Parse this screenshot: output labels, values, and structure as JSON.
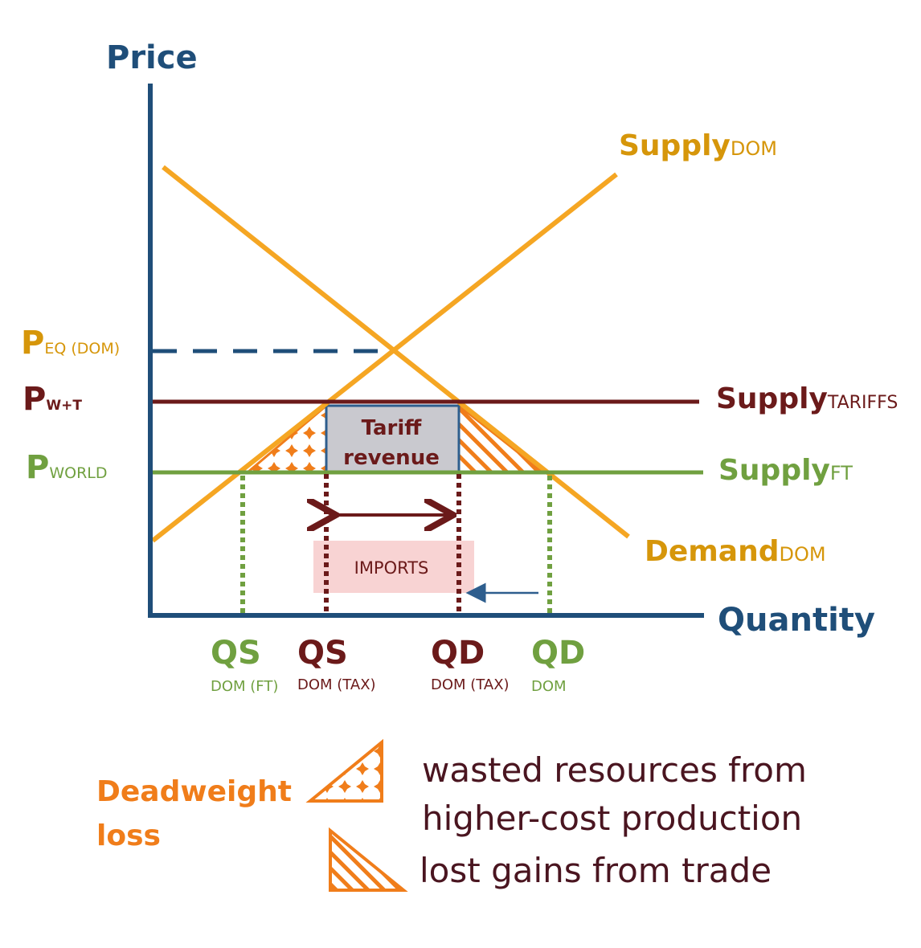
{
  "colors": {
    "axis": "#1f4e79",
    "orange": "#f5a623",
    "orange_text": "#d6960a",
    "maroon": "#6b1a1a",
    "green": "#70a040",
    "dwl": "#f07d1a",
    "tariff_fill": "#c9c9cf",
    "imports_fill": "#f8d3d3",
    "arrow_blue": "#2e5e8e"
  },
  "axes": {
    "y_label": "Price",
    "x_label": "Quantity"
  },
  "price_labels": {
    "eq": {
      "main": "P",
      "sub": "EQ (DOM)"
    },
    "wt": {
      "main": "P",
      "sub": "W+T"
    },
    "world": {
      "main": "P",
      "sub": "WORLD"
    }
  },
  "curve_labels": {
    "supply_dom": {
      "main": "Supply",
      "sub": "DOM"
    },
    "supply_tariffs": {
      "main": "Supply",
      "sub": "TARIFFS"
    },
    "supply_ft": {
      "main": "Supply",
      "sub": "FT"
    },
    "demand_dom": {
      "main": "Demand",
      "sub": "DOM"
    }
  },
  "quantity_labels": {
    "qs_ft": {
      "main": "QS",
      "sub": "DOM (FT)"
    },
    "qs_tax": {
      "main": "QS",
      "sub": "DOM (TAX)"
    },
    "qd_tax": {
      "main": "QD",
      "sub": "DOM (TAX)"
    },
    "qd_dom": {
      "main": "QD",
      "sub": "DOM"
    }
  },
  "boxes": {
    "tariff_line1": "Tariff",
    "tariff_line2": "revenue",
    "imports": "IMPORTS"
  },
  "legend": {
    "title_line1": "Deadweight",
    "title_line2": "loss",
    "wasted_line1": "wasted resources from",
    "wasted_line2": "higher-cost production",
    "lost": "lost gains from trade"
  }
}
